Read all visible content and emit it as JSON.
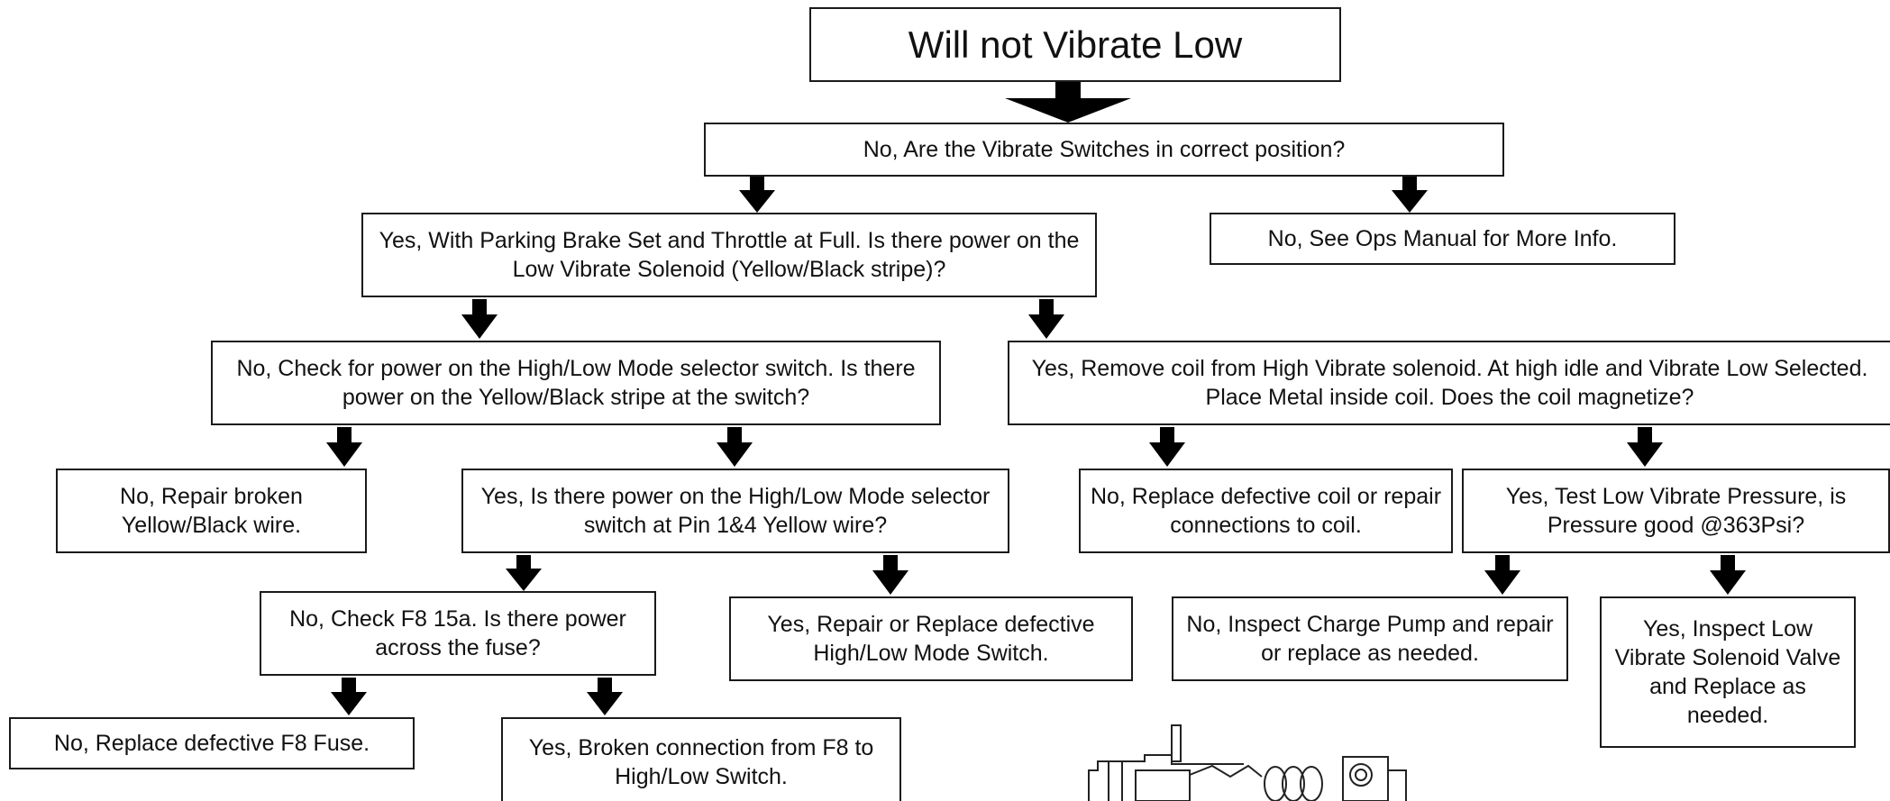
{
  "diagram": {
    "title": "Will not Vibrate Low",
    "nodes": {
      "q_switches": "No, Are the Vibrate Switches in correct position?",
      "switches_no": "No, See Ops Manual for More Info.",
      "q_power_solenoid": "Yes, With Parking Brake Set and Throttle at Full.  Is there power on the Low Vibrate Solenoid (Yellow/Black stripe)?",
      "q_selector_switch": "No, Check for power on the High/Low Mode selector switch. Is there power on the Yellow/Black stripe at the switch?",
      "q_coil_magnetize": "Yes, Remove coil from High Vibrate solenoid.  At high idle and Vibrate Low Selected. Place Metal inside coil.  Does the coil magnetize?",
      "repair_wire": "No, Repair broken Yellow/Black wire.",
      "q_pin_1_4": "Yes, Is there power on the High/Low Mode selector switch at Pin 1&4 Yellow wire?",
      "replace_coil": "No, Replace defective coil or repair connections to coil.",
      "q_pressure": "Yes, Test Low Vibrate Pressure, is Pressure good @363Psi?",
      "q_fuse": "No, Check F8 15a. Is there power across the fuse?",
      "replace_switch": "Yes, Repair or Replace defective High/Low Mode Switch.",
      "inspect_pump": "No, Inspect Charge Pump and repair or replace as needed.",
      "inspect_valve": "Yes, Inspect Low Vibrate Solenoid Valve and Replace as needed.",
      "replace_fuse": "No, Replace defective F8 Fuse.",
      "broken_connection": "Yes, Broken connection from F8 to High/Low Switch."
    },
    "edges": [
      [
        "title",
        "q_switches"
      ],
      [
        "q_switches",
        "q_power_solenoid"
      ],
      [
        "q_switches",
        "switches_no"
      ],
      [
        "q_power_solenoid",
        "q_selector_switch"
      ],
      [
        "q_power_solenoid",
        "q_coil_magnetize"
      ],
      [
        "q_selector_switch",
        "repair_wire"
      ],
      [
        "q_selector_switch",
        "q_pin_1_4"
      ],
      [
        "q_coil_magnetize",
        "replace_coil"
      ],
      [
        "q_coil_magnetize",
        "q_pressure"
      ],
      [
        "q_pin_1_4",
        "q_fuse"
      ],
      [
        "q_pin_1_4",
        "replace_switch"
      ],
      [
        "q_pressure",
        "inspect_pump"
      ],
      [
        "q_pressure",
        "inspect_valve"
      ],
      [
        "q_fuse",
        "replace_fuse"
      ],
      [
        "q_fuse",
        "broken_connection"
      ]
    ]
  }
}
